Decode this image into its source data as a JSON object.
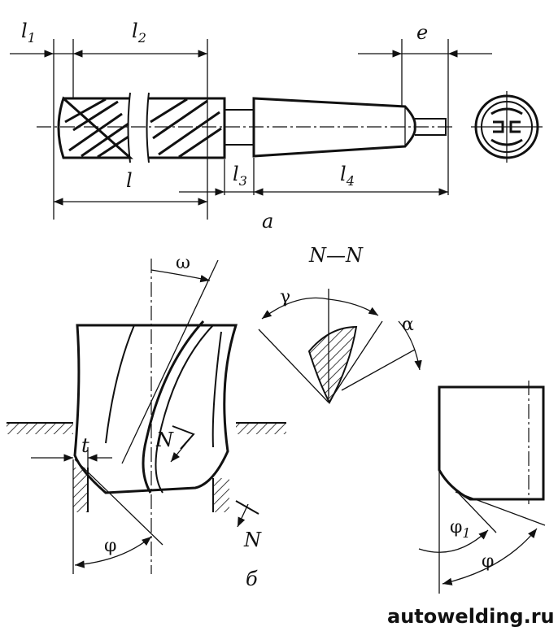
{
  "view_a": {
    "dim_l1": "l",
    "dim_l1_sub": "1",
    "dim_l2": "l",
    "dim_l2_sub": "2",
    "dim_e": "e",
    "dim_l": "l",
    "dim_l3": "l",
    "dim_l3_sub": "3",
    "dim_l4": "l",
    "dim_l4_sub": "4",
    "caption": "a"
  },
  "view_b": {
    "omega": "ω",
    "section_title": "N—N",
    "gamma": "γ",
    "alpha": "α",
    "t": "t",
    "N_upper": "N",
    "N_lower": "N",
    "phi": "φ",
    "caption": "б"
  },
  "view_c": {
    "phi1": "φ",
    "phi1_sub": "1",
    "phi": "φ"
  },
  "watermark": "autowelding.ru"
}
